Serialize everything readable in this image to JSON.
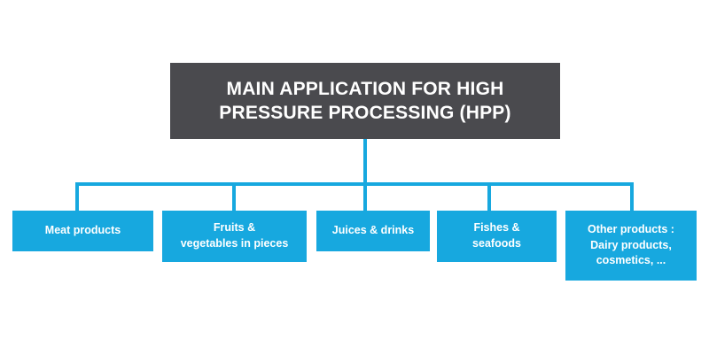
{
  "diagram": {
    "type": "hierarchy-tree",
    "orientation": "top-down",
    "colors": {
      "root_background": "#4a4a4e",
      "node_background": "#17a8df",
      "connector": "#17a8df",
      "text": "#ffffff",
      "canvas": "#ffffff"
    },
    "root": {
      "id": "main-application-hpp",
      "label": "MAIN APPLICATION FOR HIGH\nPRESSURE PROCESSING (HPP)",
      "line1": "MAIN APPLICATION FOR HIGH",
      "line2": "PRESSURE PROCESSING (HPP)"
    },
    "children": [
      {
        "id": "meat-products",
        "label": "Meat products",
        "lines": [
          "Meat products"
        ]
      },
      {
        "id": "fruits-vegetables-in-pieces",
        "label": "Fruits &\nvegetables in pieces",
        "lines": [
          "Fruits &",
          "vegetables in pieces"
        ]
      },
      {
        "id": "juices-drinks",
        "label": "Juices & drinks",
        "lines": [
          "Juices & drinks"
        ]
      },
      {
        "id": "fishes-seafoods",
        "label": "Fishes &\nseafoods",
        "lines": [
          "Fishes &",
          "seafoods"
        ]
      },
      {
        "id": "other-products",
        "label": "Other products :\nDairy products,\ncosmetics, ...",
        "lines": [
          "Other products :",
          "Dairy products,",
          "cosmetics, ..."
        ]
      }
    ]
  }
}
